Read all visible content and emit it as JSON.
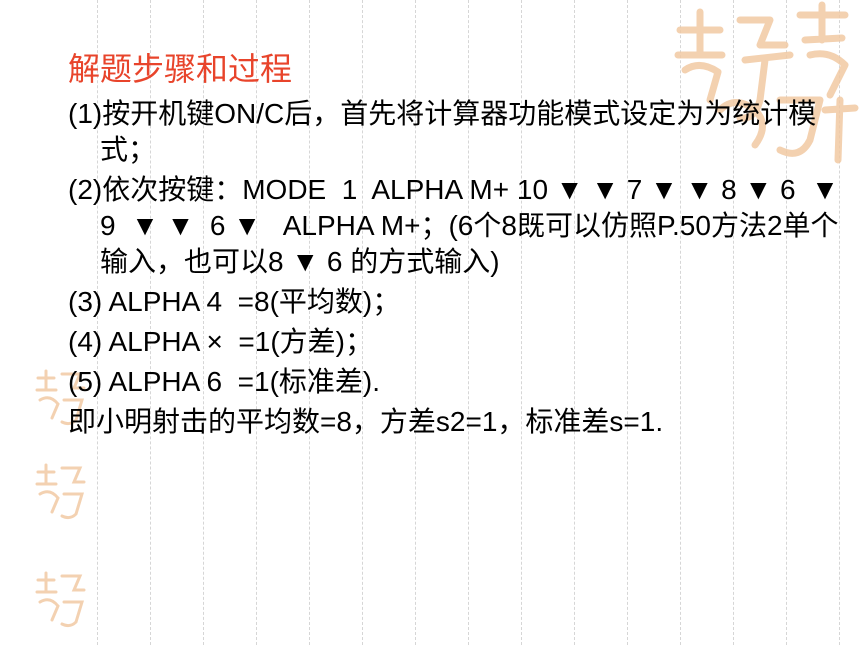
{
  "slide": {
    "title": "解题步骤和过程",
    "title_color": "#e8442b",
    "steps": [
      "(1)按开机键ON/C后，首先将计算器功能模式设定为为统计模式；",
      "(2)依次按键：MODE  1  ALPHA M+ 10 ▼ ▼ 7 ▼ ▼ 8 ▼ 6  ▼  9  ▼ ▼  6 ▼   ALPHA M+；(6个8既可以仿照P.50方法2单个输入，也可以8 ▼ 6 的方式输入)",
      "(3) ALPHA 4  =8(平均数)；",
      "(4) ALPHA ×  =1(方差)；",
      "(5) ALPHA 6  =1(标准差).",
      "即小明射击的平均数=8，方差s2=1，标准差s=1."
    ]
  },
  "decoration": {
    "seal_color": "#f1c9a3",
    "grid_color": "#d6d6d6",
    "seal_icon": "auspicious-seal-icon"
  }
}
